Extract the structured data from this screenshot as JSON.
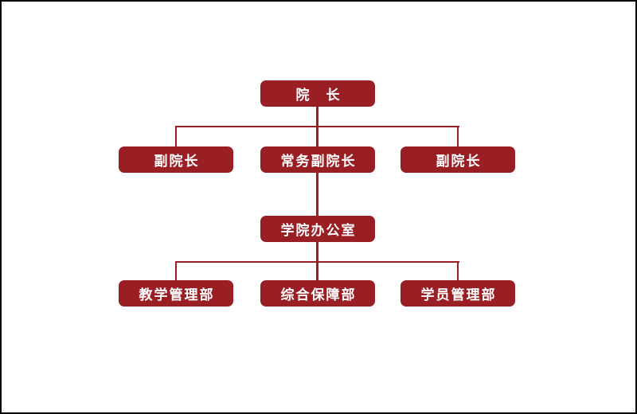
{
  "diagram": {
    "type": "org-chart",
    "nodes": {
      "president": {
        "label": "院　长"
      },
      "vice_left": {
        "label": "副院长"
      },
      "executive_vice": {
        "label": "常务副院长"
      },
      "vice_right": {
        "label": "副院长"
      },
      "office": {
        "label": "学院办公室"
      },
      "dept_teaching": {
        "label": "教学管理部"
      },
      "dept_support": {
        "label": "综合保障部"
      },
      "dept_students": {
        "label": "学员管理部"
      }
    },
    "edges": [
      {
        "from": "president",
        "to": "vice_left"
      },
      {
        "from": "president",
        "to": "executive_vice"
      },
      {
        "from": "president",
        "to": "vice_right"
      },
      {
        "from": "executive_vice",
        "to": "office"
      },
      {
        "from": "office",
        "to": "dept_teaching"
      },
      {
        "from": "office",
        "to": "dept_support"
      },
      {
        "from": "office",
        "to": "dept_students"
      }
    ],
    "colors": {
      "box_fill": "#9a1f24",
      "connector": "#9a1f24",
      "text": "#ffffff",
      "frame_border": "#000000",
      "background": "#ffffff"
    }
  }
}
